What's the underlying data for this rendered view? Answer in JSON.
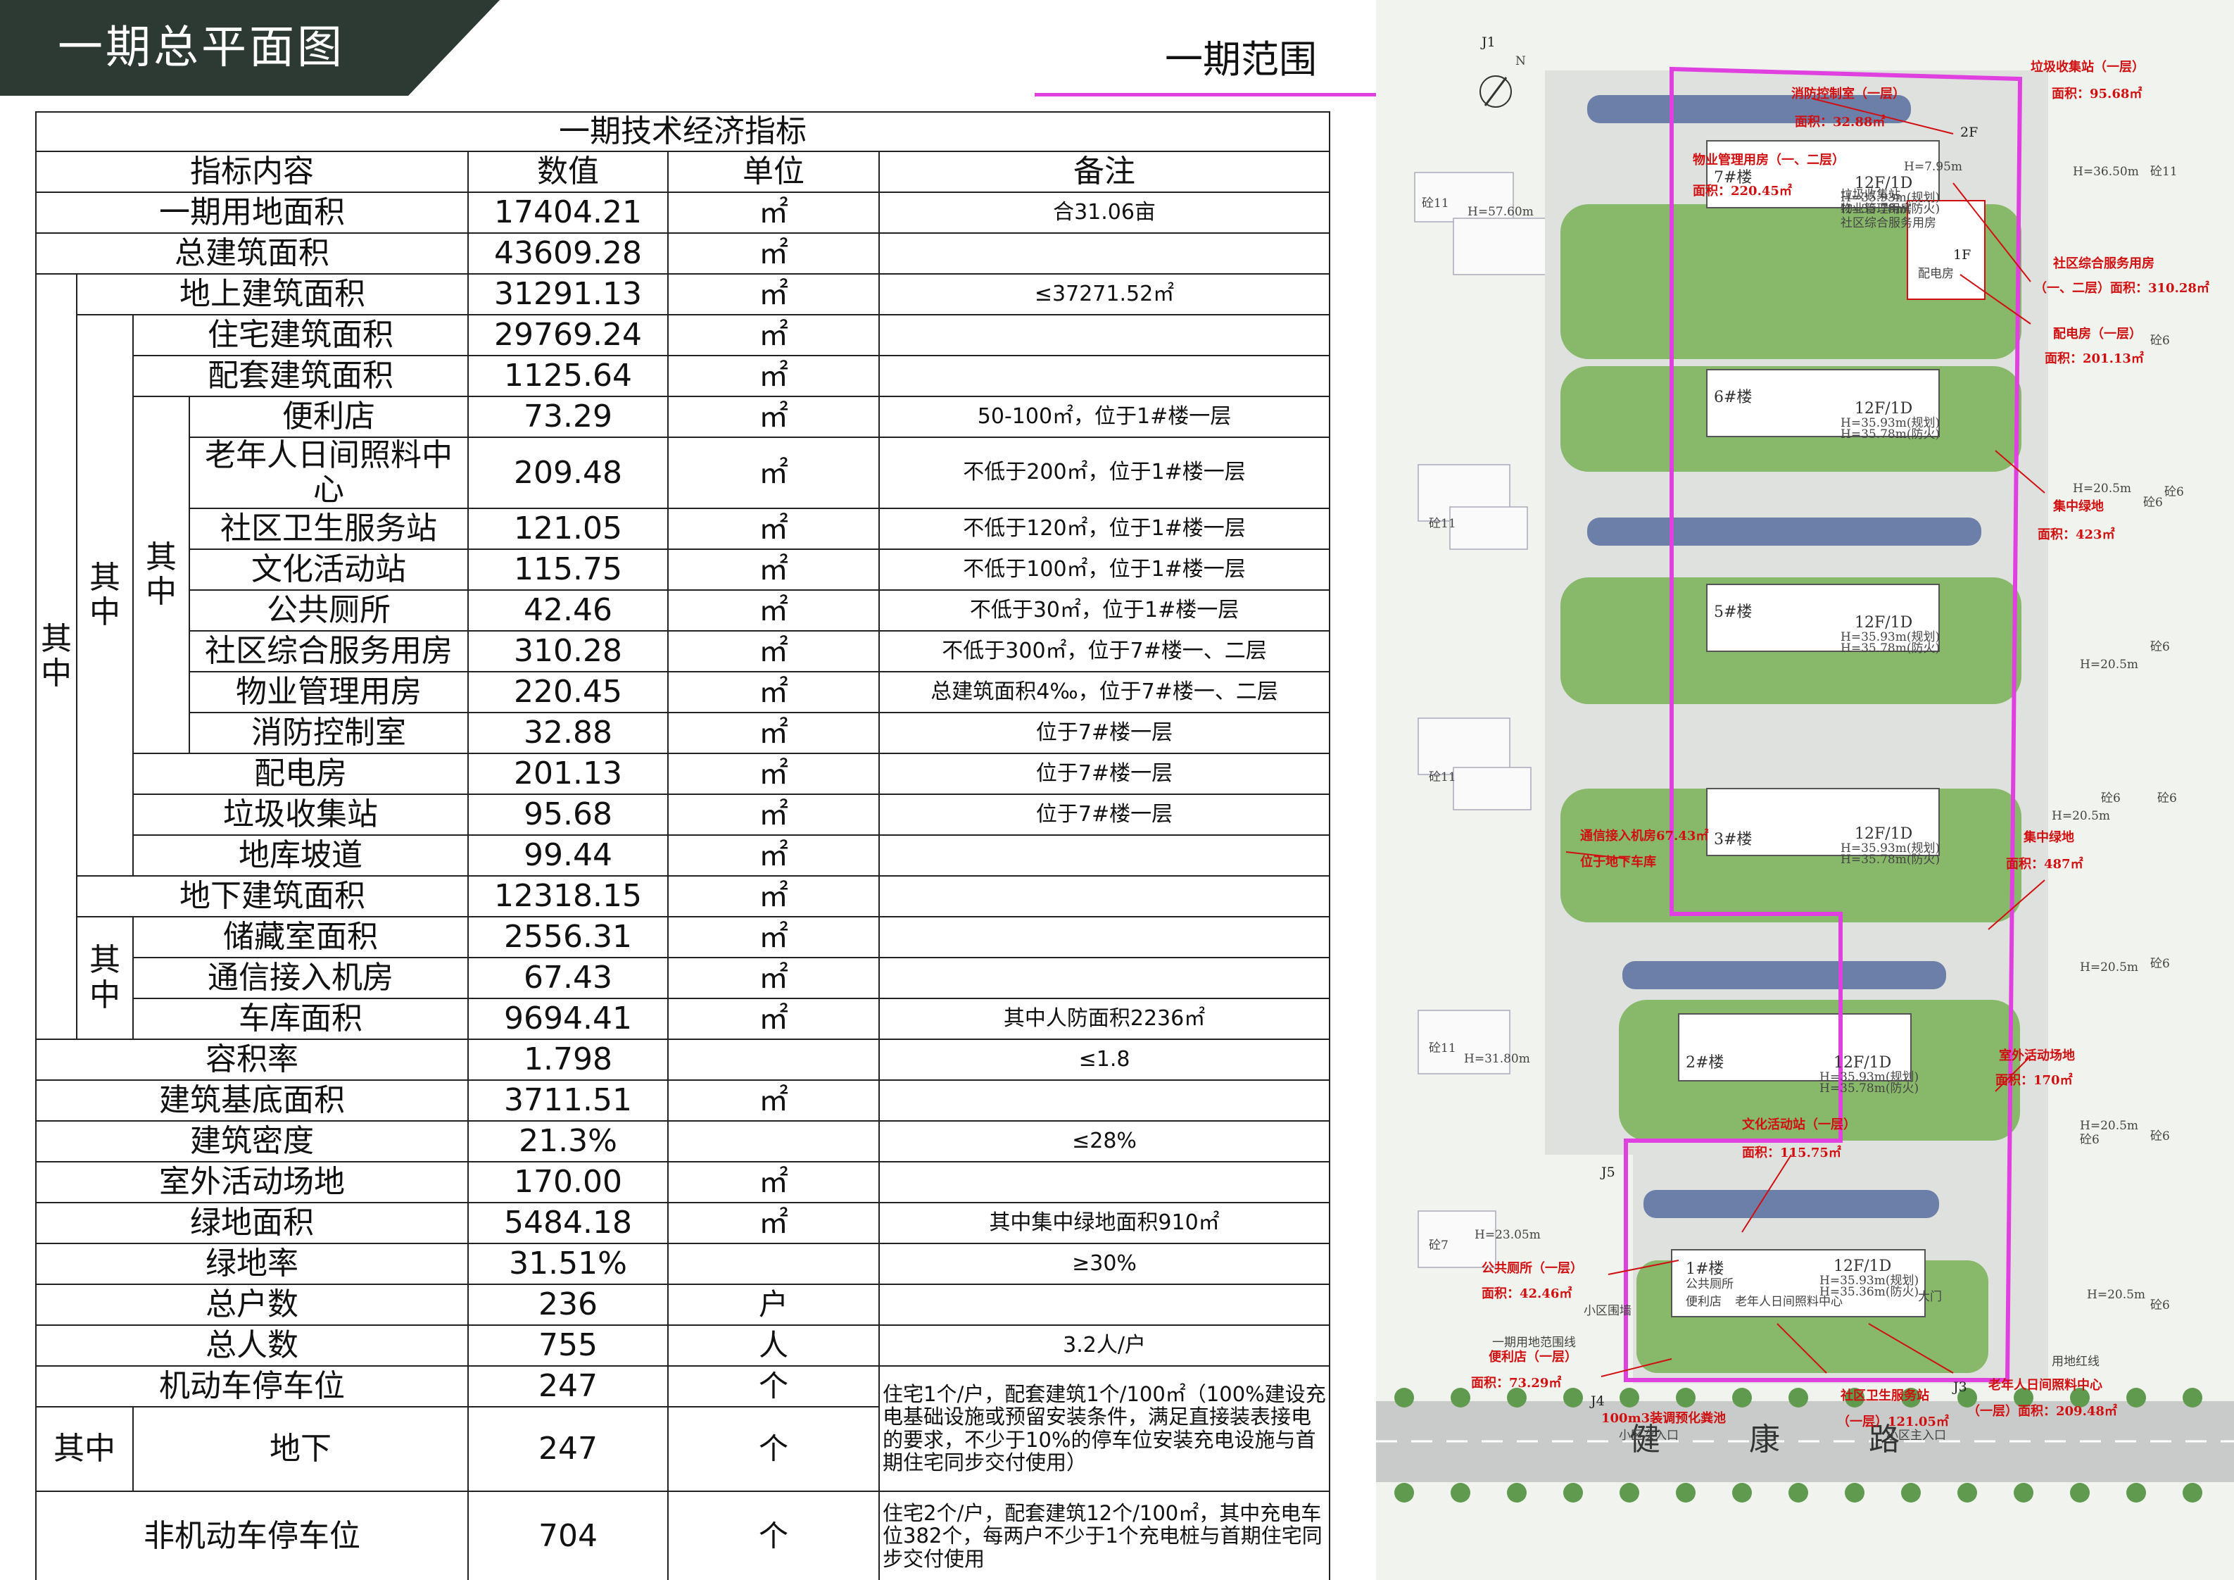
{
  "page": {
    "title": "一期总平面图",
    "scope_label": "一期范围"
  },
  "table": {
    "caption": "一期技术经济指标",
    "headers": [
      "指标内容",
      "数值",
      "单位",
      "备注"
    ],
    "group_labels": {
      "outer": "其中",
      "inner": "其中",
      "sub": "其中",
      "basement": "其中",
      "parking": "其中"
    },
    "rows": [
      {
        "name": "一期用地面积",
        "value": "17404.21",
        "unit": "㎡",
        "note": "合31.06亩"
      },
      {
        "name": "总建筑面积",
        "value": "43609.28",
        "unit": "㎡",
        "note": ""
      },
      {
        "name": "地上建筑面积",
        "value": "31291.13",
        "unit": "㎡",
        "note": "≤37271.52㎡"
      },
      {
        "name": "住宅建筑面积",
        "value": "29769.24",
        "unit": "㎡",
        "note": ""
      },
      {
        "name": "配套建筑面积",
        "value": "1125.64",
        "unit": "㎡",
        "note": ""
      },
      {
        "name": "便利店",
        "value": "73.29",
        "unit": "㎡",
        "note": "50-100㎡，位于1#楼一层"
      },
      {
        "name": "老年人日间照料中心",
        "value": "209.48",
        "unit": "㎡",
        "note": "不低于200㎡，位于1#楼一层"
      },
      {
        "name": "社区卫生服务站",
        "value": "121.05",
        "unit": "㎡",
        "note": "不低于120㎡，位于1#楼一层"
      },
      {
        "name": "文化活动站",
        "value": "115.75",
        "unit": "㎡",
        "note": "不低于100㎡，位于1#楼一层"
      },
      {
        "name": "公共厕所",
        "value": "42.46",
        "unit": "㎡",
        "note": "不低于30㎡，位于1#楼一层"
      },
      {
        "name": "社区综合服务用房",
        "value": "310.28",
        "unit": "㎡",
        "note": "不低于300㎡，位于7#楼一、二层"
      },
      {
        "name": "物业管理用房",
        "value": "220.45",
        "unit": "㎡",
        "note": "总建筑面积4‰，位于7#楼一、二层"
      },
      {
        "name": "消防控制室",
        "value": "32.88",
        "unit": "㎡",
        "note": "位于7#楼一层"
      },
      {
        "name": "配电房",
        "value": "201.13",
        "unit": "㎡",
        "note": "位于7#楼一层"
      },
      {
        "name": "垃圾收集站",
        "value": "95.68",
        "unit": "㎡",
        "note": "位于7#楼一层"
      },
      {
        "name": "地库坡道",
        "value": "99.44",
        "unit": "㎡",
        "note": ""
      },
      {
        "name": "地下建筑面积",
        "value": "12318.15",
        "unit": "㎡",
        "note": ""
      },
      {
        "name": "储藏室面积",
        "value": "2556.31",
        "unit": "㎡",
        "note": ""
      },
      {
        "name": "通信接入机房",
        "value": "67.43",
        "unit": "㎡",
        "note": ""
      },
      {
        "name": "车库面积",
        "value": "9694.41",
        "unit": "㎡",
        "note": "其中人防面积2236㎡"
      },
      {
        "name": "容积率",
        "value": "1.798",
        "unit": "",
        "note": "≤1.8"
      },
      {
        "name": "建筑基底面积",
        "value": "3711.51",
        "unit": "㎡",
        "note": ""
      },
      {
        "name": "建筑密度",
        "value": "21.3%",
        "unit": "",
        "note": "≤28%"
      },
      {
        "name": "室外活动场地",
        "value": "170.00",
        "unit": "㎡",
        "note": ""
      },
      {
        "name": "绿地面积",
        "value": "5484.18",
        "unit": "㎡",
        "note": "其中集中绿地面积910㎡"
      },
      {
        "name": "绿地率",
        "value": "31.51%",
        "unit": "",
        "note": "≥30%"
      },
      {
        "name": "总户数",
        "value": "236",
        "unit": "户",
        "note": ""
      },
      {
        "name": "总人数",
        "value": "755",
        "unit": "人",
        "note": "3.2人/户"
      },
      {
        "name": "机动车停车位",
        "value": "247",
        "unit": "个",
        "note": "住宅1个/户，配套建筑1个/100㎡（100%建设充电基础设施或预留安装条件，满足直接装表接电的要求，不少于10%的停车位安装充电设施与首期住宅同步交付使用）"
      },
      {
        "name": "地下",
        "value": "247",
        "unit": "个",
        "note": ""
      },
      {
        "name": "非机动车停车位",
        "value": "704",
        "unit": "个",
        "note": "住宅2个/户，配套建筑12个/100㎡，其中充电车位382个，每两户不少于1个充电桩与首期住宅同步交付使用"
      }
    ]
  },
  "map": {
    "road_name": "健 康 路",
    "point_labels": [
      "J1",
      "J3",
      "J4",
      "J5"
    ],
    "north_label": "N",
    "buildings": [
      {
        "id": "7#楼",
        "floors": "12F/1D",
        "h1": "H=35.93m(规划)",
        "h2": "H=35.78m(防火)"
      },
      {
        "id": "6#楼",
        "floors": "12F/1D",
        "h1": "H=35.93m(规划)",
        "h2": "H=35.78m(防火)"
      },
      {
        "id": "5#楼",
        "floors": "12F/1D",
        "h1": "H=35.93m(规划)",
        "h2": "H=35.78m(防火)"
      },
      {
        "id": "3#楼",
        "floors": "12F/1D",
        "h1": "H=35.93m(规划)",
        "h2": "H=35.78m(防火)"
      },
      {
        "id": "2#楼",
        "floors": "12F/1D",
        "h1": "H=35.93m(规划)",
        "h2": "H=35.78m(防火)"
      },
      {
        "id": "1#楼",
        "floors": "12F/1D",
        "h1": "H=35.93m(规划)",
        "h2": "H=35.36m(防火)"
      }
    ],
    "side_blocks": {
      "left": [
        "砼11",
        "H=57.60m",
        "砼11",
        "砼11",
        "砼11",
        "H=31.80m",
        "砼7",
        "H=23.05m"
      ],
      "right": [
        "H=36.50m",
        "砼11",
        "砼6",
        "H=20.5m",
        "砼6",
        "H=20.5m",
        "砼6",
        "砼6",
        "H=20.5m",
        "砼6",
        "H=20.5m",
        "砼6",
        "砼6",
        "H=20.5m",
        "砼6",
        "H=20.5m",
        "砼6",
        "砼6"
      ]
    },
    "annotations": [
      "消防控制室（一层）",
      "面积：32.88㎡",
      "垃圾收集站（一层）",
      "面积：95.68㎡",
      "物业管理用房（一、二层）",
      "面积：220.45㎡",
      "社区综合服务用房",
      "（一、二层）面积：310.28㎡",
      "配电房（一层）",
      "面积：201.13㎡",
      "集中绿地",
      "面积：423㎡",
      "通信接入机房67.43㎡",
      "位于地下车库",
      "集中绿地",
      "面积：487㎡",
      "室外活动场地",
      "面积：170㎡",
      "文化活动站（一层）",
      "面积：115.75㎡",
      "公共厕所（一层）",
      "面积：42.46㎡",
      "便利店（一层）",
      "面积：73.29㎡",
      "社区卫生服务站",
      "（一层）121.05㎡",
      "老年人日间照料中心",
      "（一层）面积：209.48㎡",
      "100m3装调预化粪池"
    ],
    "small_labels": [
      "2F",
      "1F",
      "配电房",
      "用地红线",
      "一期用地范围线",
      "小区围墙",
      "小区次入口",
      "小区主入口",
      "H=7.95m",
      "垃圾收集站",
      "物业管理用房",
      "社区综合服务用房",
      "公共厕所",
      "便利店",
      "老年人日间照料中心",
      "大门"
    ]
  }
}
